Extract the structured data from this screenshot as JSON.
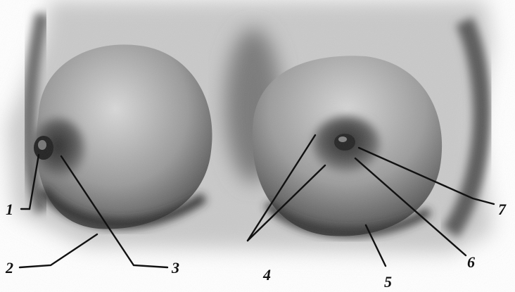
{
  "figure": {
    "labels": [
      {
        "id": "1",
        "text": "1"
      },
      {
        "id": "2",
        "text": "2"
      },
      {
        "id": "3",
        "text": "3"
      },
      {
        "id": "4",
        "text": "4"
      },
      {
        "id": "5",
        "text": "5"
      },
      {
        "id": "6",
        "text": "6"
      },
      {
        "id": "7",
        "text": "7"
      }
    ]
  }
}
